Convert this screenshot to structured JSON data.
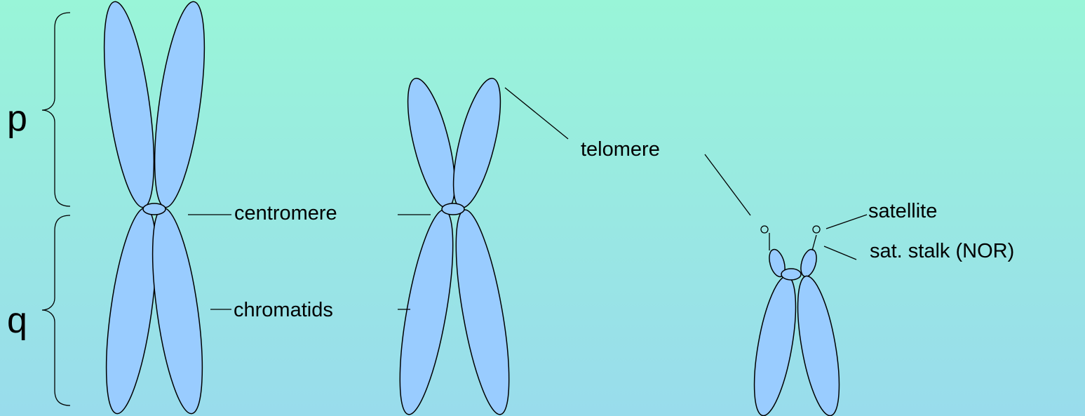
{
  "diagram": {
    "arm_labels": {
      "p": "p",
      "q": "q"
    },
    "labels": {
      "centromere": "centromere",
      "chromatids": "chromatids",
      "telomere": "telomere",
      "satellite": "satellite",
      "sat_stalk": "sat. stalk (NOR)"
    },
    "colors": {
      "chromatid_fill": "#99ccff",
      "outline": "#000000",
      "background_top": "#99f5d8",
      "background_bottom": "#99dcec"
    }
  }
}
